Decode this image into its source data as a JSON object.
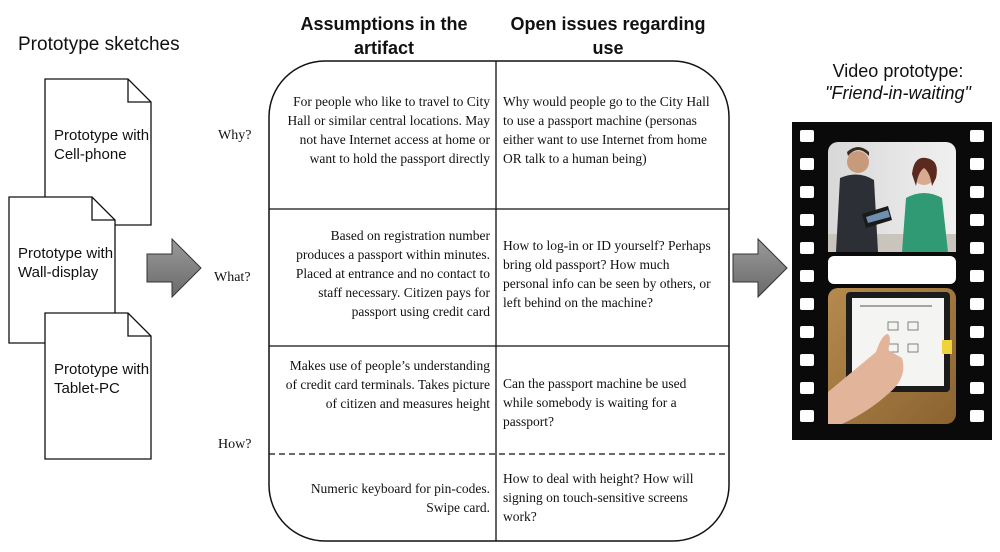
{
  "sketches": {
    "title": "Prototype sketches",
    "items": [
      {
        "label": "Prototype with Cell-phone"
      },
      {
        "label": "Prototype with Wall-display"
      },
      {
        "label": "Prototype with Tablet-PC"
      }
    ]
  },
  "questions": [
    "Why?",
    "What?",
    "How?"
  ],
  "columns": {
    "left": "Assumptions in the artifact",
    "right": "Open issues regarding use"
  },
  "rows": [
    {
      "left": "For people who like to travel to City Hall or similar central locations. May not have Internet access at home or want to hold the passport directly",
      "right": "Why would people go to the City Hall to use a passport machine (personas either want to use Internet from home OR talk to a human being)"
    },
    {
      "left": "Based on registration number produces a passport within minutes. Placed at entrance and no contact to staff necessary. Citizen pays for passport using credit card",
      "right": "How to log-in or ID yourself? Perhaps bring old passport? How much personal info can be seen by others, or left behind on the machine?"
    },
    {
      "left": "Makes use of people’s understanding of credit card terminals. Takes picture of citizen and measures height",
      "right": "Can the passport machine be used while somebody is waiting for a passport?"
    },
    {
      "left": "Numeric keyboard for pin-codes. Swipe card.",
      "right": "How to deal with height? How will signing on touch-sensitive screens work?"
    }
  ],
  "video": {
    "title": "Video prototype:",
    "subtitle": "\"Friend-in-waiting\""
  }
}
